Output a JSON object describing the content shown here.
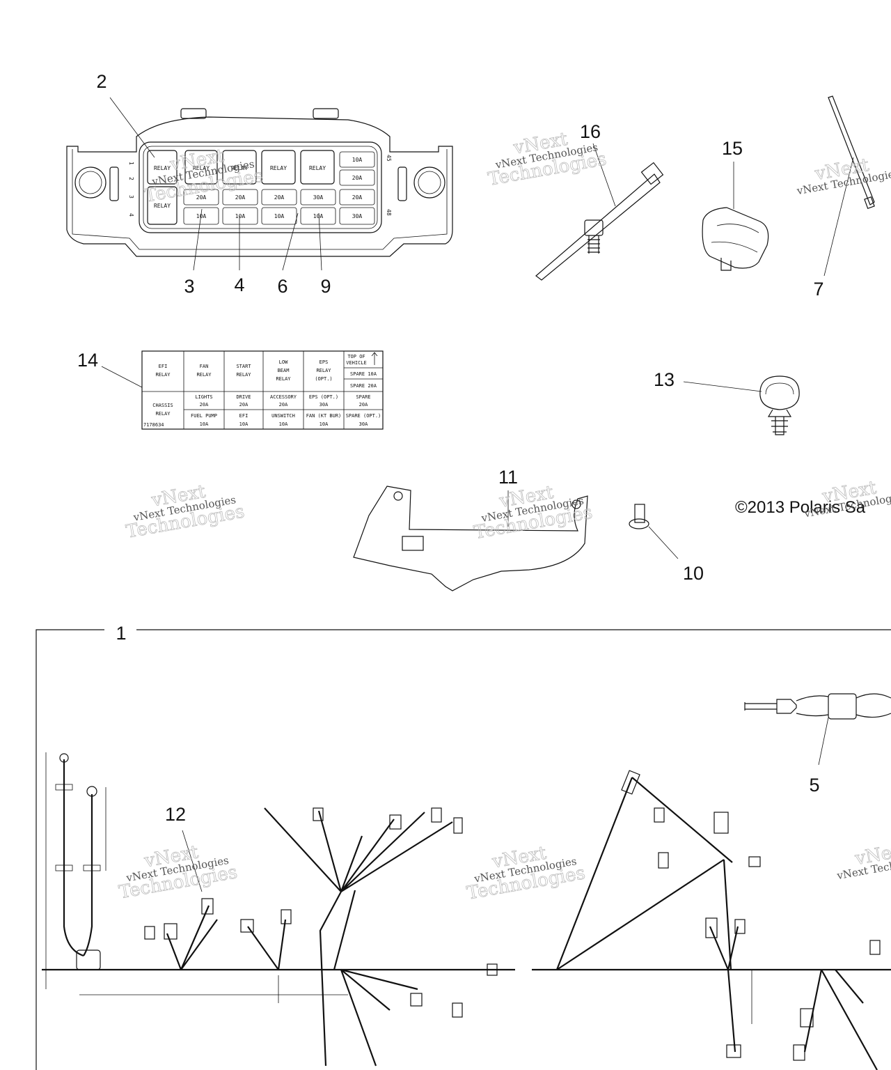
{
  "callouts": {
    "c2": "2",
    "c3": "3",
    "c4": "4",
    "c6": "6",
    "c9": "9",
    "c16": "16",
    "c15": "15",
    "c7": "7",
    "c14": "14",
    "c13": "13",
    "c11": "11",
    "c10": "10",
    "c1": "1",
    "c5": "5",
    "c12": "12"
  },
  "copyright": "©2013 Polaris Sa",
  "watermark": {
    "line1": "vNext Technologies",
    "line2": "vNext",
    "line3": "Technologies"
  },
  "fuse_box": {
    "relay": "RELAY",
    "row2": [
      "20A",
      "20A",
      "20A",
      "30A",
      "20A"
    ],
    "row3": [
      "10A",
      "10A",
      "10A",
      "10A",
      "30A"
    ],
    "right_top": [
      "10A",
      "20A"
    ],
    "side_left": [
      "1",
      "2",
      "3",
      "4"
    ],
    "side_right": [
      "45",
      "48"
    ]
  },
  "label_table": {
    "r1": {
      "efi": [
        "EFI",
        "RELAY"
      ],
      "fan": [
        "FAN",
        "RELAY"
      ],
      "start": [
        "START",
        "RELAY"
      ],
      "low": [
        "LOW",
        "BEAM",
        "RELAY"
      ],
      "eps": [
        "EPS",
        "RELAY",
        "(OPT.)"
      ],
      "top": [
        "TOP OF",
        "VEHICLE"
      ],
      "spare10": "SPARE 10A",
      "spare20": "SPARE 20A"
    },
    "chassis": [
      "CHASSIS",
      "RELAY"
    ],
    "r2": [
      [
        "LIGHTS",
        "20A"
      ],
      [
        "DRIVE",
        "20A"
      ],
      [
        "ACCESSORY",
        "20A"
      ],
      [
        "EPS (OPT.)",
        "30A"
      ],
      [
        "SPARE",
        "20A"
      ]
    ],
    "r3": [
      [
        "FUEL PUMP",
        "10A"
      ],
      [
        "EFI",
        "10A"
      ],
      [
        "UNSWITCH",
        "10A"
      ],
      [
        "FAN (KT BUR)",
        "10A"
      ],
      [
        "SPARE (OPT.)",
        "30A"
      ]
    ],
    "part": "7178634"
  }
}
